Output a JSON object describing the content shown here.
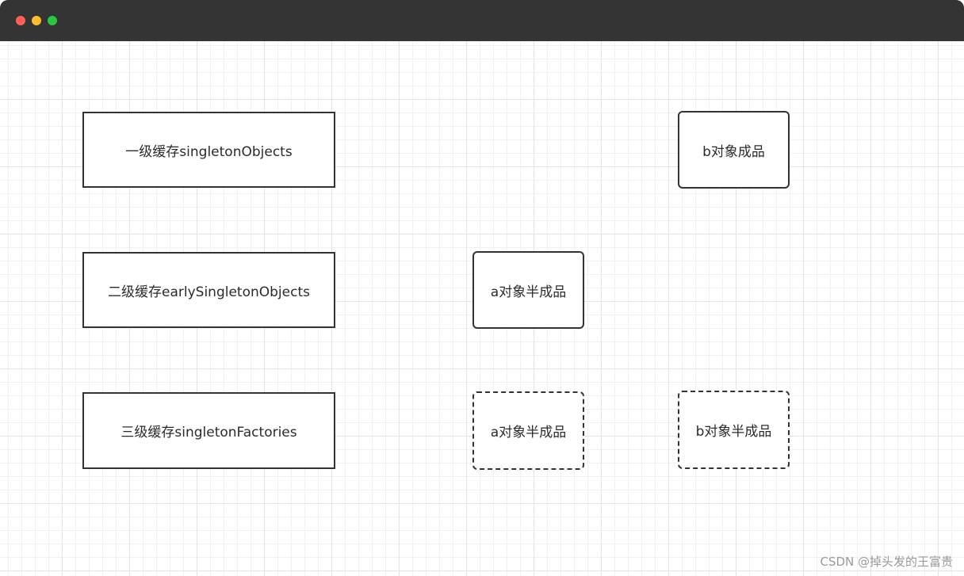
{
  "window": {
    "controls": [
      "close",
      "minimize",
      "maximize"
    ]
  },
  "diagram": {
    "cache_levels": [
      {
        "label": "一级缓存singletonObjects"
      },
      {
        "label": "二级缓存earlySingletonObjects"
      },
      {
        "label": "三级缓存singletonFactories"
      }
    ],
    "objects": {
      "b_finished": "b对象成品",
      "a_half_level2": "a对象半成品",
      "a_half_level3": "a对象半成品",
      "b_half_level3": "b对象半成品"
    }
  },
  "watermark": "CSDN @掉头发的王富贵"
}
